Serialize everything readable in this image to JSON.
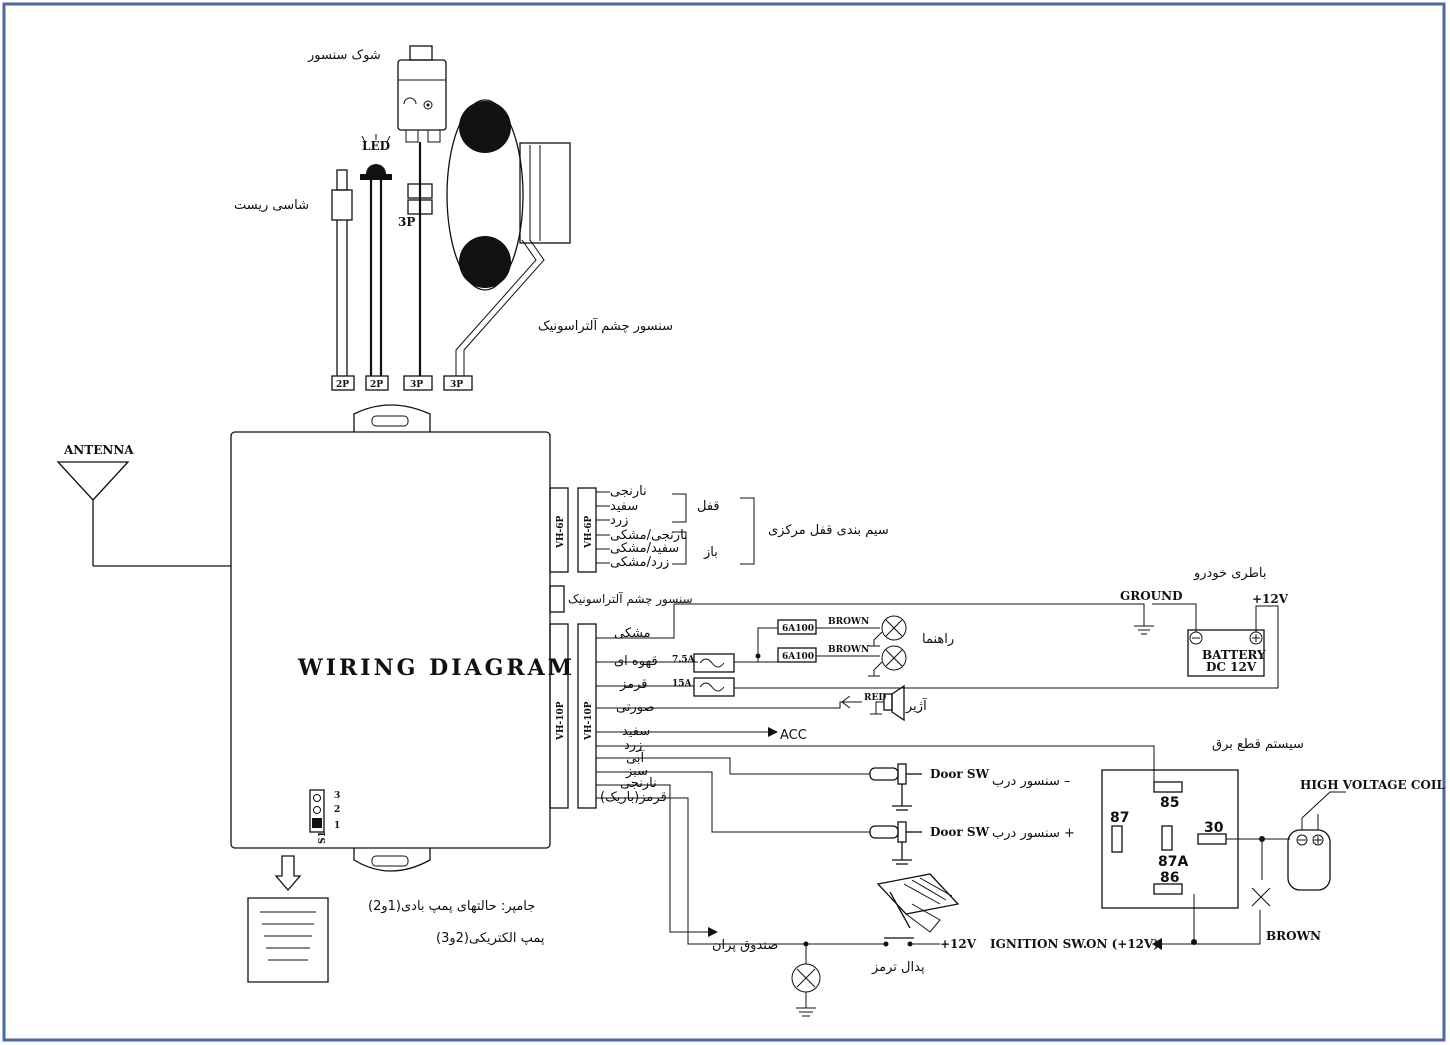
{
  "labels": {
    "shock_sensor": "شوک سنسور",
    "led": "LED",
    "chassis_reset": "شاسی ریست",
    "ultrasonic_sensor_top": "سنسور چشم آلتراسونیک",
    "conn_3p": "3P",
    "conn_2p": "2P",
    "antenna": "ANTENNA",
    "wiring_diagram": "WIRING DIAGRAM",
    "vh6p": "VH-6P",
    "vh10p": "VH-10P",
    "orange": "نارنجی",
    "white": "سفید",
    "yellow": "زرد",
    "orange_black": "نارنجی/مشکی",
    "white_black": "سفید/مشکی",
    "yellow_black": "زرد/مشکی",
    "lock": "قفل",
    "unlock": "باز",
    "central_lock": "سیم بندی قفل مرکزی",
    "ultrasonic_sensor_port": "سنسور چشم آلتراسونیک",
    "black": "مشکی",
    "brown": "قهوه ای",
    "red": "قرمز",
    "pink": "صورتی",
    "white2": "سفید",
    "yellow2": "زرد",
    "blue": "آبی",
    "green": "سبز",
    "orange2": "نارنجی",
    "red_thin": "قرمز(باریک)",
    "car_battery": "باطری خودرو",
    "ground": "GROUND",
    "plus12": "+12V",
    "battery": "BATTERY",
    "dc12": "DC 12V",
    "fuse_6a": "6A100",
    "brown_en": "BROWN",
    "turn_signal": "راهنما",
    "fuse_75": "7.5A",
    "fuse_15": "15A",
    "red_en": "RED",
    "siren": "آژیر",
    "acc": "ACC",
    "cutoff": "سیستم قطع برق",
    "door_sw": "Door SW",
    "door_neg": "سنسور درب –",
    "door_pos": "سنسور درب +",
    "relay_85": "85",
    "relay_87": "87",
    "relay_30": "30",
    "relay_87a": "87A",
    "relay_86": "86",
    "hv_coil": "HIGH VOLTAGE COIL",
    "brown_cut": "BROWN",
    "trunk": "صندوق پران",
    "brake": "پدال ترمز",
    "plus12_ign": "+12V",
    "ignition": "IGNITION SW.",
    "ign_on": "ON (+12V)",
    "jumper_1": "جامپر: حالتهای پمپ بادی(1و2)",
    "jumper_2": "پمپ الکتریکی(2و3)",
    "s1": "S1",
    "j1": "1",
    "j2": "2",
    "j3": "3"
  }
}
